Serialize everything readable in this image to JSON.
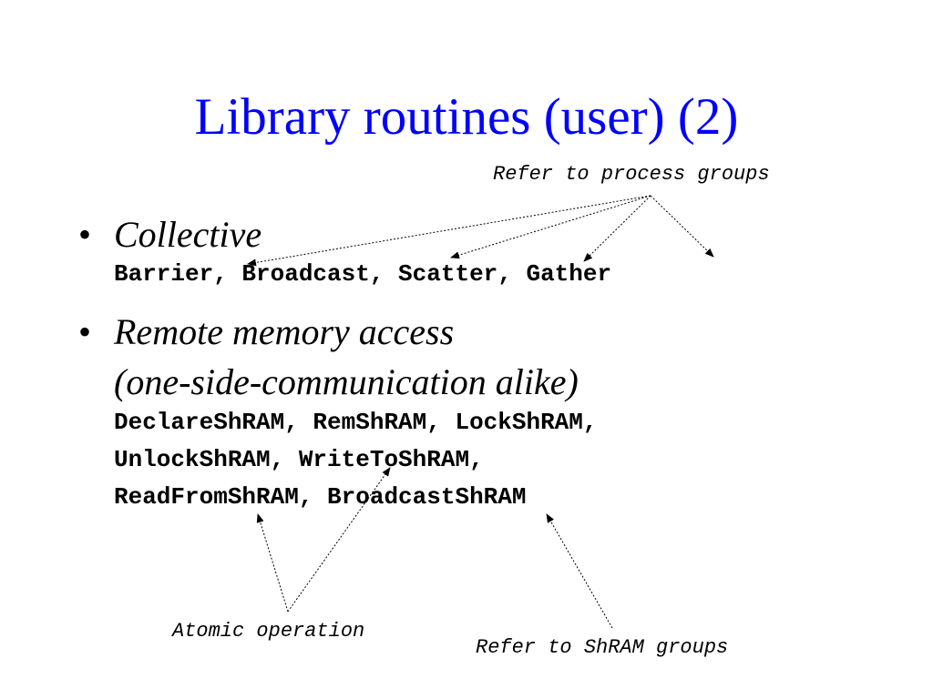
{
  "title": "Library routines (user) (2)",
  "annotations": {
    "process_groups": "Refer to process groups",
    "atomic": "Atomic operation",
    "shram_groups": "Refer to ShRAM groups"
  },
  "bullets": [
    {
      "marker": "•",
      "heading_lines": [
        "Collective"
      ],
      "code_lines": [
        "Barrier, Broadcast, Scatter, Gather"
      ]
    },
    {
      "marker": "•",
      "heading_lines": [
        "Remote memory access",
        "(one-side-communication alike)"
      ],
      "code_lines": [
        "DeclareShRAM, RemShRAM, LockShRAM,",
        "UnlockShRAM, WriteToShRAM,",
        "ReadFromShRAM, BroadcastShRAM"
      ]
    }
  ],
  "colors": {
    "title": "#0000ff",
    "text": "#000000",
    "background": "#ffffff"
  }
}
